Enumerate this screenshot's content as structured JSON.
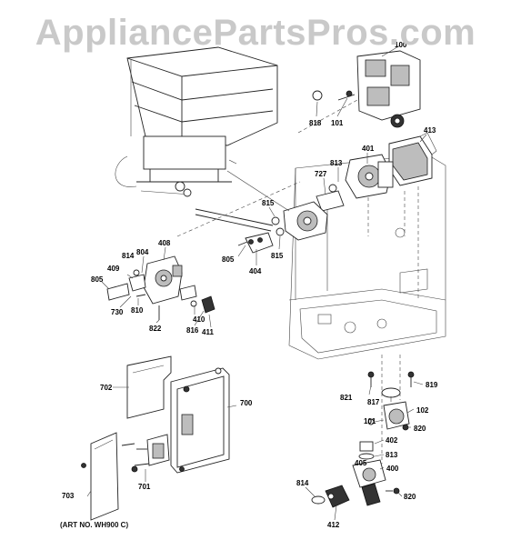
{
  "watermark": "AppliancePartsPros.com",
  "footnote": "(ART NO. WH900 C)",
  "callouts": {
    "c100": "100",
    "c818": "818",
    "c101_top": "101",
    "c413": "413",
    "c401": "401",
    "c813_top": "813",
    "c727": "727",
    "c815_a": "815",
    "c815_b": "815",
    "c805_mid": "805",
    "c404": "404",
    "c408": "408",
    "c814_left": "814",
    "c804": "804",
    "c409": "409",
    "c805_left": "805",
    "c730": "730",
    "c810": "810",
    "c822": "822",
    "c410": "410",
    "c816": "816",
    "c411": "411",
    "c702": "702",
    "c700": "700",
    "c703": "703",
    "c701": "701",
    "c821": "821",
    "c819": "819",
    "c817": "817",
    "c102": "102",
    "c101_bottom": "101",
    "c820_a": "820",
    "c402": "402",
    "c813_bottom": "813",
    "c405": "405",
    "c400": "400",
    "c814_bottom": "814",
    "c820_b": "820",
    "c412": "412"
  }
}
